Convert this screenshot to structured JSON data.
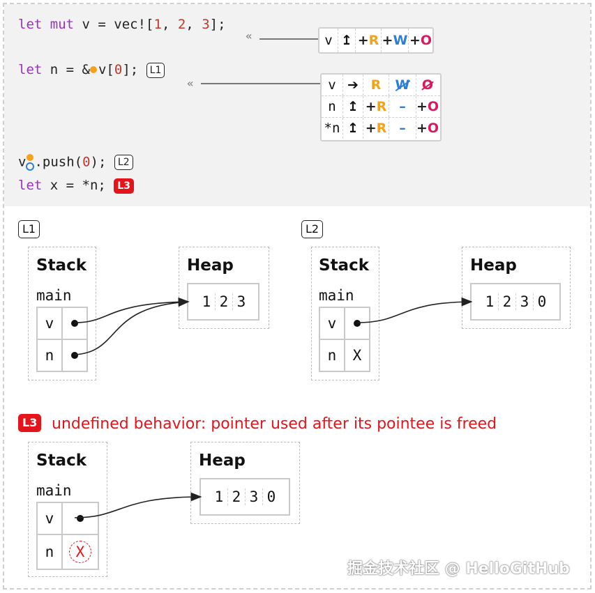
{
  "code": {
    "line1": {
      "kw1": "let",
      "kw2": "mut",
      "rest1": " v = vec![",
      "n1": "1",
      "c1": ", ",
      "n2": "2",
      "c2": ", ",
      "n3": "3",
      "rest2": "];"
    },
    "line2": {
      "kw": "let",
      "rest1": " n = &",
      "rest2": "v[",
      "n0": "0",
      "rest3": "];",
      "label": "L1"
    },
    "line3": {
      "rest1": "v",
      "rest2": ".push(",
      "n0": "0",
      "rest3": ");",
      "label": "L2"
    },
    "line4": {
      "kw": "let",
      "rest1": " x = *n;",
      "label": "L3"
    }
  },
  "permissions": {
    "box1": {
      "path": "v",
      "arrow": "↥",
      "p1": "+",
      "R": "R",
      "p2": "+",
      "W": "W",
      "p3": "+",
      "O": "O"
    },
    "box2": [
      {
        "path": "v",
        "arrow": "➔",
        "R": "R",
        "W": "W",
        "O": "O"
      },
      {
        "path": "n",
        "arrow": "↥",
        "p1": "+",
        "R": "R",
        "dash": "–",
        "p3": "+",
        "O": "O"
      },
      {
        "path": "*n",
        "arrow": "↥",
        "p1": "+",
        "R": "R",
        "dash": "–",
        "p3": "+",
        "O": "O"
      }
    ],
    "guillemet": "«"
  },
  "diagrams": {
    "L1": {
      "label": "L1",
      "stack_title": "Stack",
      "frame": "main",
      "vars": [
        "v",
        "n"
      ],
      "heap_title": "Heap",
      "heap": [
        "1",
        "2",
        "3"
      ]
    },
    "L2": {
      "label": "L2",
      "stack_title": "Stack",
      "frame": "main",
      "vars": [
        "v",
        "n"
      ],
      "n_value": "X",
      "heap_title": "Heap",
      "heap": [
        "1",
        "2",
        "3",
        "0"
      ]
    },
    "L3": {
      "label": "L3",
      "message": "undefined behavior: pointer used after its pointee is freed",
      "stack_title": "Stack",
      "frame": "main",
      "vars": [
        "v",
        "n"
      ],
      "n_value": "X",
      "heap_title": "Heap",
      "heap": [
        "1",
        "2",
        "3",
        "0"
      ]
    }
  },
  "watermark": "掘金技术社区 @ HelloGitHub",
  "colors": {
    "R": "#f4a21b",
    "W": "#2f7fd1",
    "O": "#d81b60",
    "keyword": "#9b2fc6",
    "error": "#e4141b"
  }
}
